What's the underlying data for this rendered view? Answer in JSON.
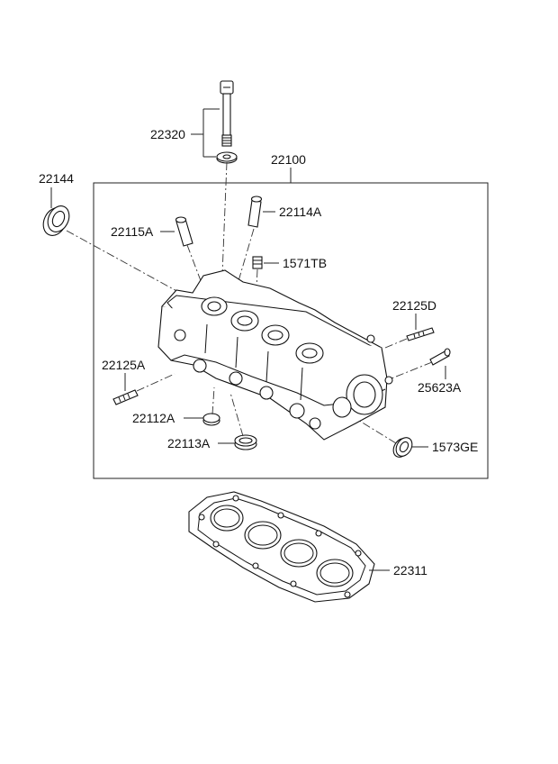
{
  "labels": {
    "bolt": "22320",
    "head_assembly": "22100",
    "seal_front": "22144",
    "guide_exhaust": "22114A",
    "guide_intake": "22115A",
    "plug": "1571TB",
    "stud_right": "22125D",
    "stud_left": "22125A",
    "dowel": "25623A",
    "seat_intake": "22112A",
    "seat_exhaust": "22113A",
    "seal_rear": "1573GE",
    "gasket": "22311"
  }
}
